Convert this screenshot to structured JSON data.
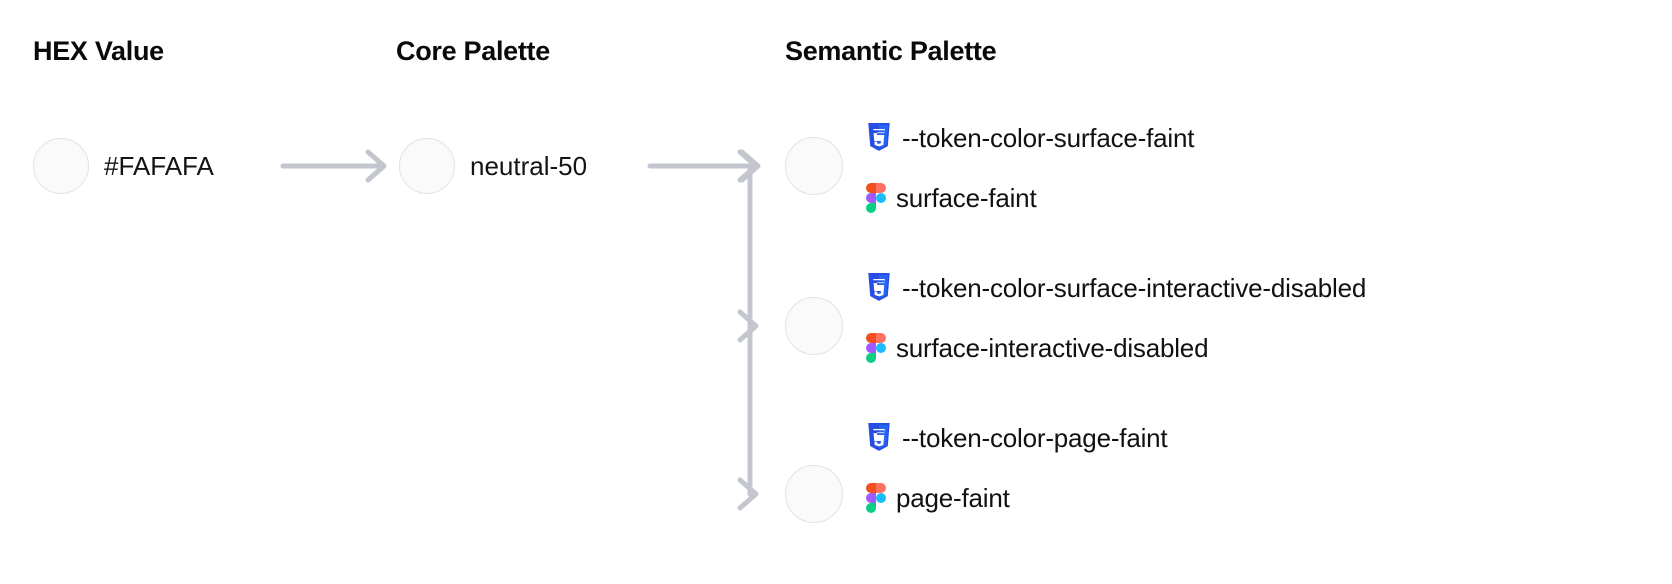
{
  "columns": {
    "hex": {
      "heading": "HEX Value"
    },
    "core": {
      "heading": "Core Palette"
    },
    "semantic": {
      "heading": "Semantic Palette"
    }
  },
  "hex_value": {
    "label": "#FAFAFA",
    "swatch_color": "#FAFAFA"
  },
  "core_value": {
    "label": "neutral-50",
    "swatch_color": "#FAFAFA"
  },
  "semantic_tokens": [
    {
      "swatch_color": "#FAFAFA",
      "css_icon": "css3-icon",
      "css_token": "--token-color-surface-faint",
      "figma_icon": "figma-icon",
      "figma_token": "surface-faint"
    },
    {
      "swatch_color": "#FAFAFA",
      "css_icon": "css3-icon",
      "css_token": "--token-color-surface-interactive-disabled",
      "figma_icon": "figma-icon",
      "figma_token": "surface-interactive-disabled"
    },
    {
      "swatch_color": "#FAFAFA",
      "css_icon": "css3-icon",
      "css_token": "--token-color-page-faint",
      "figma_icon": "figma-icon",
      "figma_token": "page-faint"
    }
  ],
  "colors": {
    "connector": "#C3C6CE",
    "swatch_border": "#E2E2E5",
    "heading_text": "#0A0A0A",
    "body_text": "#111111",
    "css_icon_shield": "#264DE4",
    "css_icon_shield_light": "#2965F1",
    "figma_orange": "#F24E1E",
    "figma_red": "#FF7262",
    "figma_purple": "#A259FF",
    "figma_blue": "#1ABCFE",
    "figma_green": "#0ACF83"
  }
}
